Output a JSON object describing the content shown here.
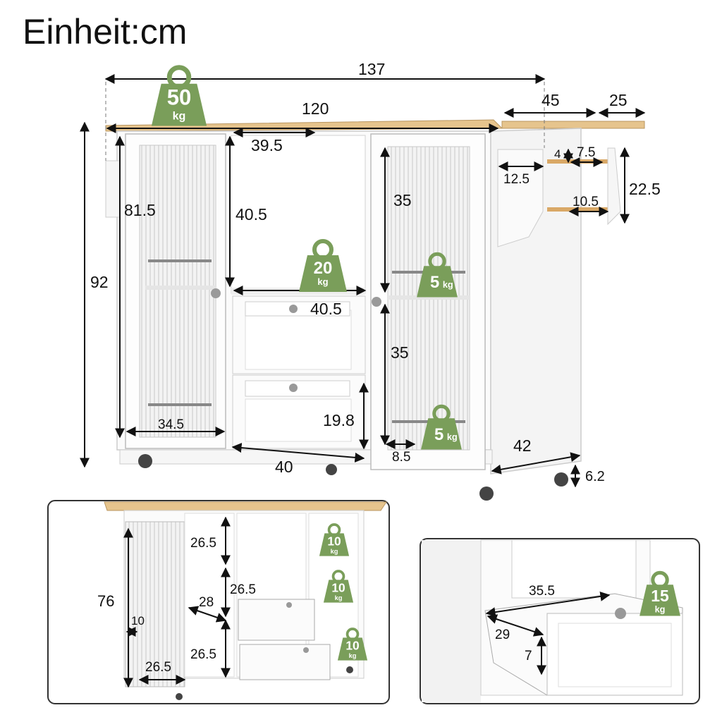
{
  "title": "Einheit:cm",
  "main": {
    "total_width": "137",
    "top_width": "120",
    "ext_flap": "45",
    "ext_flap2": "25",
    "open_shelf_width": "39.5",
    "door_height": "81.5",
    "open_shelf_height": "40.5",
    "total_height": "92",
    "right_upper": "35",
    "right_lower": "35",
    "drawer_width": "40.5",
    "drawer_height": "19.8",
    "left_width": "34.5",
    "bottom_width": "40",
    "right_small": "8.5",
    "depth": "42",
    "caster": "6.2",
    "rack_width": "12.5",
    "rack_a": "4",
    "rack_b": "7.5",
    "rack_c": "10.5",
    "rack_height": "22.5"
  },
  "weights": {
    "top": {
      "value": "50",
      "unit": "kg"
    },
    "middle": {
      "value": "20",
      "unit": "kg"
    },
    "shelf_upper": {
      "value": "5",
      "unit": "kg"
    },
    "shelf_lower": {
      "value": "5",
      "unit": "kg"
    },
    "back1": {
      "value": "10",
      "unit": "kg"
    },
    "back2": {
      "value": "10",
      "unit": "kg"
    },
    "back3": {
      "value": "10",
      "unit": "kg"
    },
    "drawer": {
      "value": "15",
      "unit": "kg"
    }
  },
  "inset_back": {
    "h1": "26.5",
    "h2": "26.5",
    "h3": "26.5",
    "door_h": "76",
    "depth1": "28",
    "gap": "10",
    "bottom_w": "26.5"
  },
  "inset_drawer": {
    "width": "35.5",
    "depth": "29",
    "height": "7"
  },
  "colors": {
    "weight_badge": "#7a9e5a",
    "wood": "#e6c48d",
    "cabinet": "#fbfbfb"
  }
}
